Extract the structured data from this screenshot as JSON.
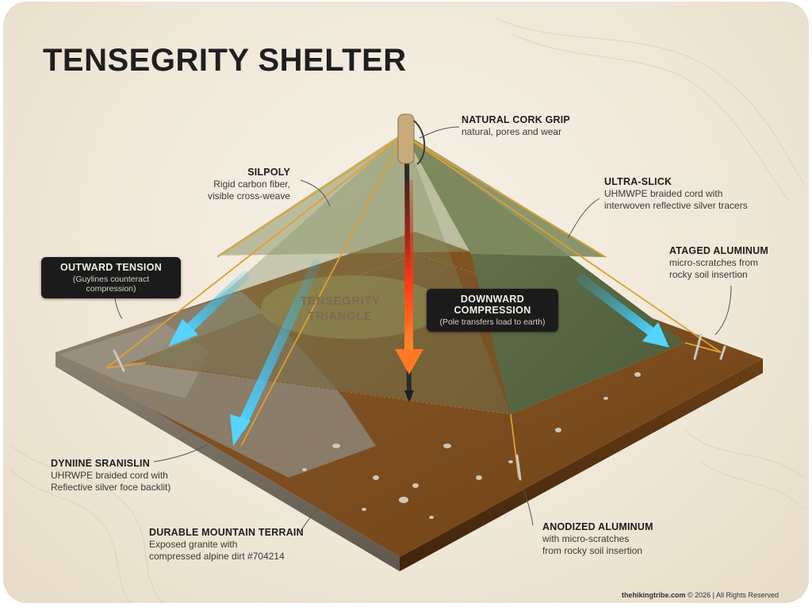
{
  "title": "TENSEGRITY SHELTER",
  "labels": {
    "cork": {
      "heading": "NATURAL CORK GRIP",
      "desc": "natural, pores and wear"
    },
    "silpoly": {
      "heading": "SILPOLY",
      "desc1": "Rigid carbon fiber,",
      "desc2": "visible cross-weave"
    },
    "ultra": {
      "heading": "ULTRA-SLICK",
      "desc1": "UHMWPE braided cord with",
      "desc2": "interwoven reflective silver tracers"
    },
    "outward": {
      "heading": "OUTWARD TENSION",
      "desc": "(Guylines counteract compression)"
    },
    "ataged": {
      "heading": "ATAGED ALUMINUM",
      "desc1": "micro-scratches from",
      "desc2": "rocky soil insertion"
    },
    "triangle": {
      "line1": "TENSEGRITY",
      "line2": "TRIANGLE"
    },
    "downward": {
      "heading1": "DOWNWARD",
      "heading2": "COMPRESSION",
      "desc": "(Pole transfers load to earth)"
    },
    "dyniine": {
      "heading": "DYNIINE SRANISLIN",
      "desc1": "UHRWPE braided cord with",
      "desc2": "Refiective silver foce backlit)"
    },
    "terrain": {
      "heading": "DURABLE MOUNTAIN TERRAIN",
      "desc1": "Exposed granite with",
      "desc2": "compressed alpine dirt #704214"
    },
    "anodized": {
      "heading": "ANODIZED ALUMINUM",
      "desc1": "with micro-scratches",
      "desc2": "from rocky soil insertion"
    }
  },
  "footer": {
    "site": "thehikingtribe.com",
    "rest": " © 2026 | All Rights Reserved"
  },
  "colors": {
    "tarp": "#5f6f4a",
    "dirt": "#704214",
    "guyline": "#e0a030",
    "compression_arrow": "#ff5a1f",
    "tension_arrow": "#29b6f0",
    "badge": "#1b1b1b"
  }
}
